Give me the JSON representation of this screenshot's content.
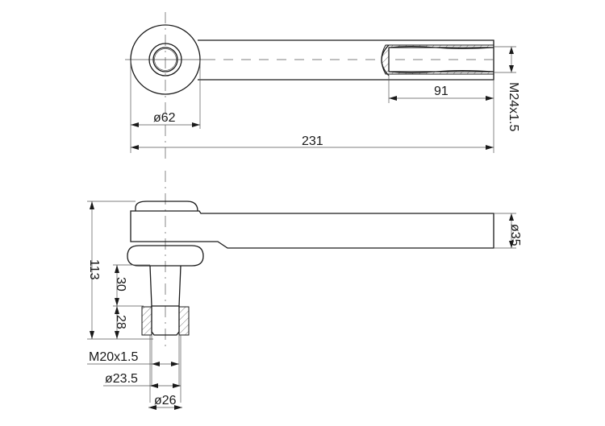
{
  "drawing": {
    "title": "Tie rod end technical drawing",
    "top_view": {
      "dimensions": {
        "eye_diameter": "ø62",
        "overall_length": "231",
        "thread_depth": "91",
        "internal_thread": "M24x1.5"
      }
    },
    "side_view": {
      "dimensions": {
        "overall_height": "113",
        "shank_length": "30",
        "thread_length": "28",
        "shaft_diameter": "ø35",
        "stud_thread": "M20x1.5",
        "taper_small_diameter": "ø23.5",
        "taper_large_diameter": "ø26"
      }
    },
    "colors": {
      "line": "#1a1a1a",
      "thin_line": "#555555",
      "background": "#ffffff"
    }
  }
}
